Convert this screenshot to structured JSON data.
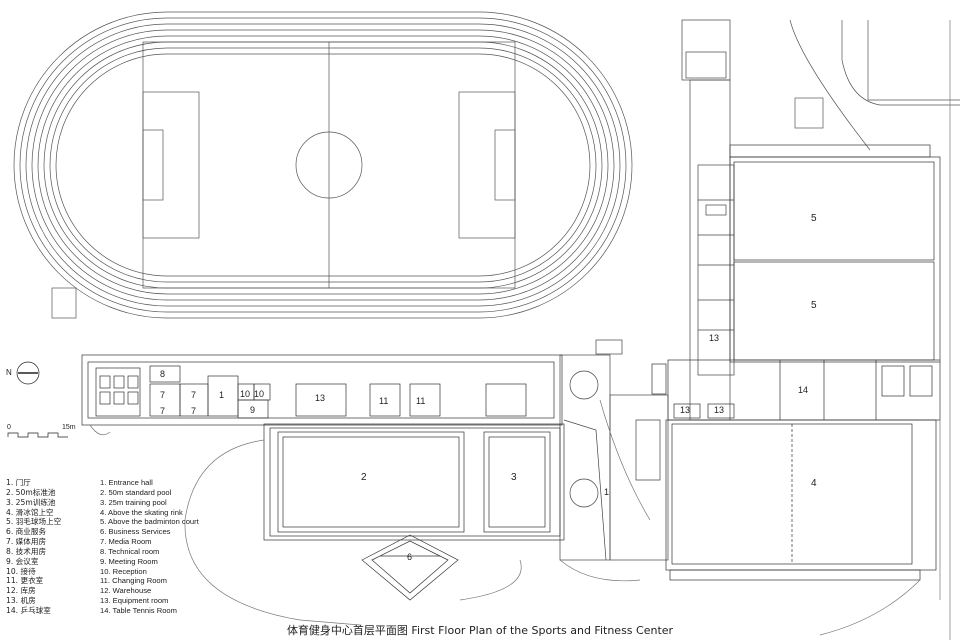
{
  "title": "体育健身中心首层平面图 First Floor Plan of the Sports and Fitness Center",
  "north_label": "N",
  "scale": {
    "zero": "0",
    "max": "15m"
  },
  "legend_cn": [
    "1. 门厅",
    "2. 50m标准池",
    "3. 25m训练池",
    "4. 滑冰馆上空",
    "5. 羽毛球场上空",
    "6. 商业服务",
    "7. 媒体用房",
    "8. 技术用房",
    "9. 会议室",
    "10. 接待",
    "11. 更衣室",
    "12. 库房",
    "13. 机房",
    "14. 乒乓球室"
  ],
  "legend_en": [
    "1. Entrance hall",
    "2. 50m standard pool",
    "3. 25m training pool",
    "4. Above the skating rink",
    "5. Above the badminton court",
    "6. Business Services",
    "7. Media Room",
    "8. Technical room",
    "9. Meeting Room",
    "10. Reception",
    "11. Changing Room",
    "12. Warehouse",
    "13. Equipment room",
    "14. Table Tennis Room"
  ],
  "room_labels": {
    "entrance_main": "1",
    "entrance_link": "1",
    "pool_50m": "2",
    "pool_25m": "3",
    "skating": "4",
    "badminton_a": "5",
    "badminton_b": "5",
    "business": "6",
    "media_a": "7",
    "media_b": "7",
    "media_c": "7",
    "media_d": "7",
    "tech": "8",
    "meeting": "9",
    "reception_a": "10",
    "reception_b": "10",
    "changing_a": "11",
    "changing_b": "11",
    "equip_a": "13",
    "equip_b": "13",
    "equip_c": "13",
    "equip_d": "13",
    "table_tennis": "14"
  }
}
